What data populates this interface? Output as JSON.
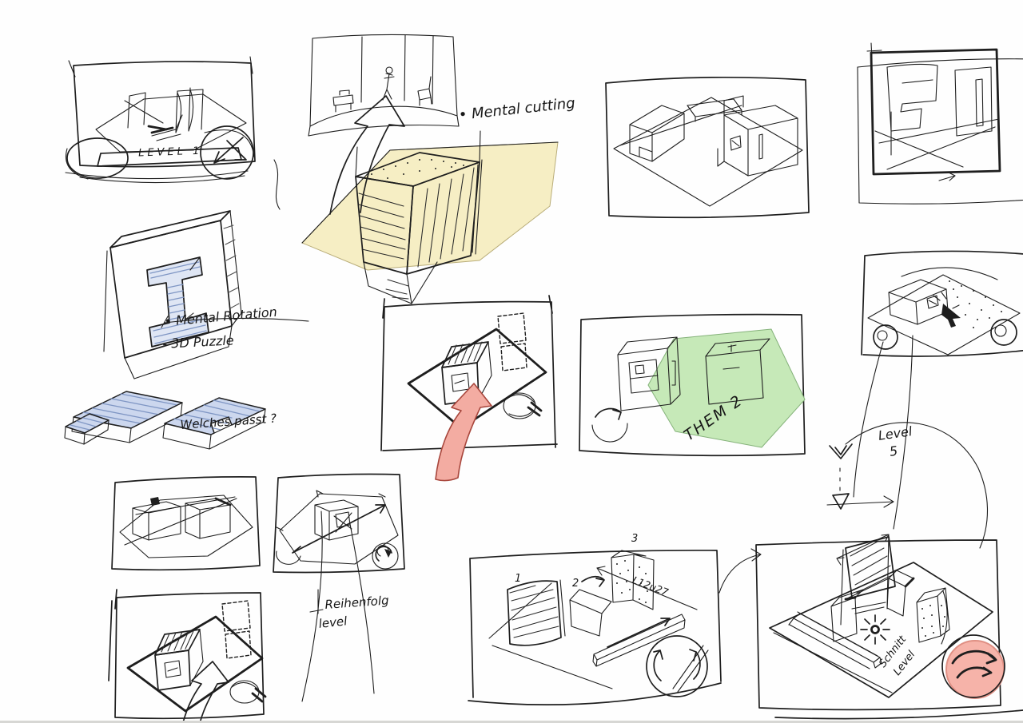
{
  "page": {
    "kind": "scanned sketchbook page",
    "description": "hand-drawn concept sketches for a 3D puzzle / mental-cutting game"
  },
  "colors": {
    "ink": "#1e1e1e",
    "yellow_plane": "#f6eec4",
    "green_plane": "#c6e9b8",
    "blue_hatch_fill": "#ccd7ee",
    "blue_hatch_line": "#7f96c4",
    "red_arrow": "#f3aca2",
    "pink_button": "#f6b3a9"
  },
  "labels": {
    "level_badge": "LEVEL 1",
    "mental_cutting": "• Mental cutting",
    "mental_rotation": "• Mental Rotation",
    "puzzle_3d": "- 3D Puzzle",
    "welches_passt": "Welches passt ?",
    "thema_2": "THEM 2",
    "level_5_word": "Level",
    "level_5_num": "5",
    "reihenfolg": "Reihenfolg",
    "reihenfolg_level": "level",
    "dim_code": "L12u27",
    "block_1": "1",
    "block_2": "2",
    "block_3": "3",
    "schnitt": "Schnitt",
    "schnitt_level": "Level"
  },
  "icons": {
    "rotate_icon": "↻",
    "cursor_icon": "➤",
    "starburst_icon": "✳",
    "big_up_arrow_icon": "⇧",
    "down_arrow_icon": "⌄"
  },
  "panels": [
    {
      "id": "level-frame"
    },
    {
      "id": "panorama-scene"
    },
    {
      "id": "mental-cutting-cube"
    },
    {
      "id": "blocks-on-plate"
    },
    {
      "id": "screen-frame"
    },
    {
      "id": "ibeam-block"
    },
    {
      "id": "puzzle-pieces"
    },
    {
      "id": "rotate-level-red-arrow"
    },
    {
      "id": "thema-green-plate"
    },
    {
      "id": "controller-plate"
    },
    {
      "id": "two-boxes-plate"
    },
    {
      "id": "single-box-plate"
    },
    {
      "id": "rotate-level-outline-arrow"
    },
    {
      "id": "sequence-blocks"
    },
    {
      "id": "schnitt-level-plate"
    }
  ]
}
